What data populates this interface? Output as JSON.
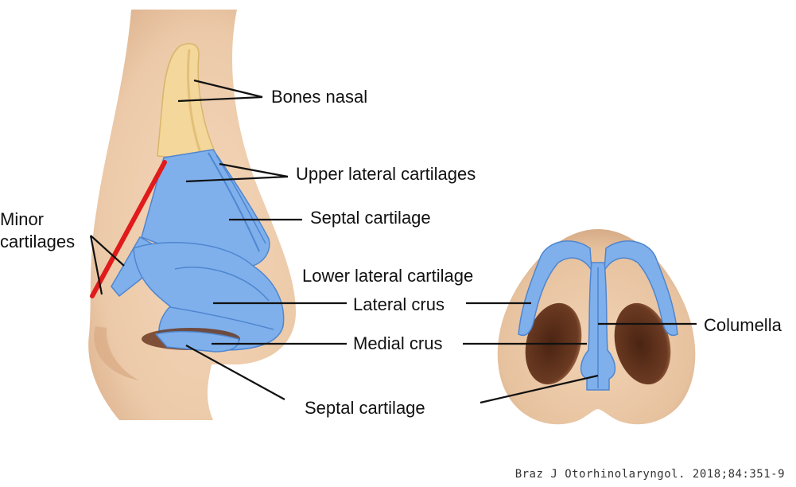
{
  "labels": {
    "bones_nasal": "Bones nasal",
    "upper_lateral_cartilages": "Upper lateral cartilages",
    "septal_cartilage_upper": "Septal cartilage",
    "minor_cartilages": "Minor cartilages",
    "lower_lateral_cartilage": "Lower lateral cartilage",
    "lateral_crus": "Lateral crus",
    "medial_crus": "Medial crus",
    "septal_cartilage_lower": "Septal cartilage",
    "columella": "Columella"
  },
  "citation": "Braz J Otorhinolaryngol. 2018;84:351-9",
  "colors": {
    "skin": "#eccaa9",
    "skin_shadow": "#d9ad87",
    "bone": "#f4d79a",
    "cartilage": "#7fb0ec",
    "cartilage_dark": "#4f86cf",
    "nostril": "#6b3a22",
    "highlight": "#e11b1b",
    "leader": "#111111"
  }
}
